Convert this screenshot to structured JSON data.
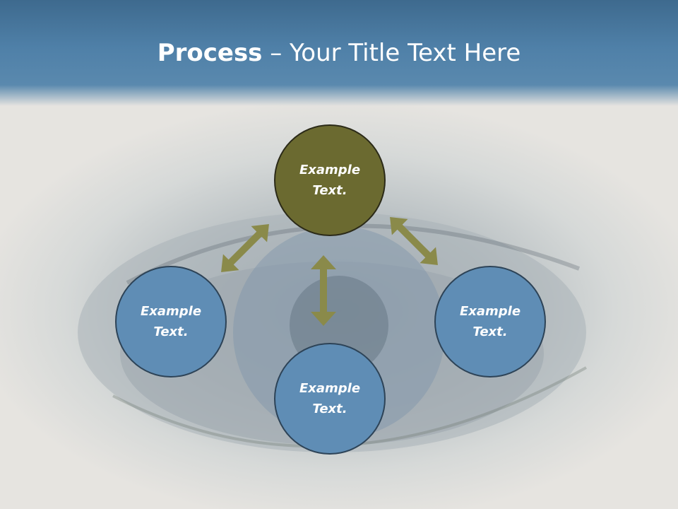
{
  "title": {
    "bold": "Process",
    "rest": " – Your Title Text Here"
  },
  "nodes": [
    {
      "id": "top",
      "text": "Example\nText.",
      "color": "#6b6a30"
    },
    {
      "id": "left",
      "text": "Example\nText.",
      "color": "#5f8db5"
    },
    {
      "id": "bottom",
      "text": "Example\nText.",
      "color": "#5f8db5"
    },
    {
      "id": "right",
      "text": "Example\nText.",
      "color": "#5f8db5"
    }
  ],
  "arrow_color": "#8a8a4a"
}
